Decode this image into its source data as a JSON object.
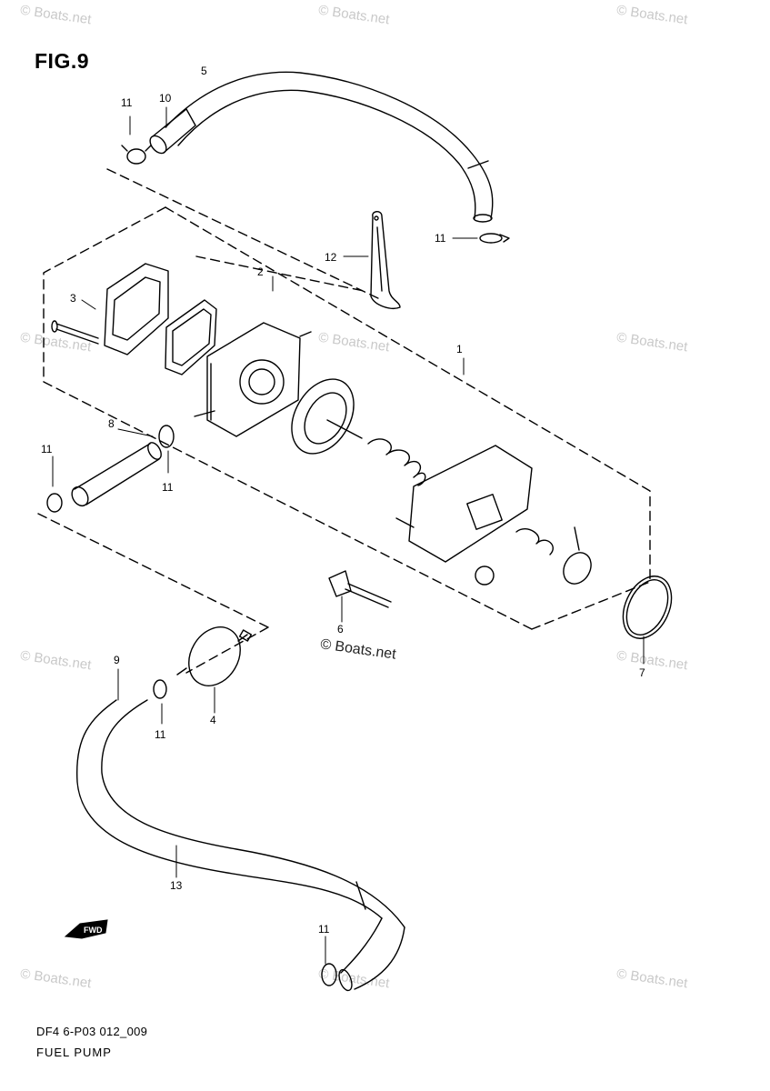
{
  "figure_title": "FIG.9",
  "drawing_code": "DF4 6-P03 012_009",
  "caption": "FUEL PUMP",
  "watermark": "© Boats.net",
  "center_watermark": "© Boats.net",
  "callouts": {
    "c5": "5",
    "c10": "10",
    "c11a": "11",
    "c11b": "11",
    "c12": "12",
    "c2": "2",
    "c3": "3",
    "c1": "1",
    "c8": "8",
    "c11c": "11",
    "c11d": "11",
    "c6": "6",
    "c7": "7",
    "c9": "9",
    "c11e": "11",
    "c4": "4",
    "c13": "13",
    "c11f": "11"
  },
  "fwd_label": "FWD"
}
